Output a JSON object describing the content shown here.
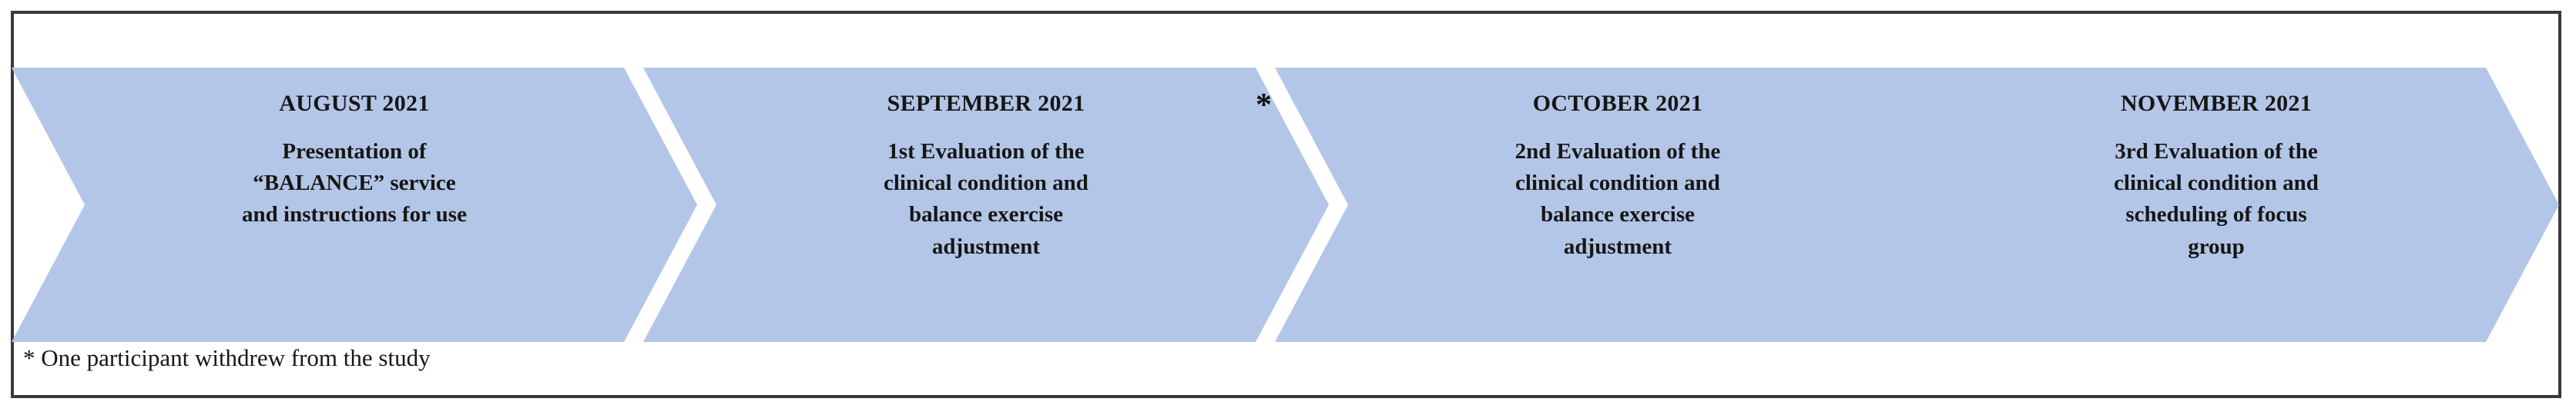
{
  "figure": {
    "type": "timeline-chevron-flow",
    "frame_border_color": "#3a3a3a",
    "chevron_fill_color": "#b3c6e7",
    "text_color": "#161616",
    "background_color": "#ffffff"
  },
  "steps": [
    {
      "heading": "AUGUST 2021",
      "body": "Presentation of\n“BALANCE” service\nand instructions for use",
      "marker": ""
    },
    {
      "heading": "SEPTEMBER 2021",
      "body": "1st Evaluation of the\nclinical condition and\nbalance exercise\nadjustment",
      "marker": ""
    },
    {
      "heading": "OCTOBER 2021",
      "body": "2nd  Evaluation of the\nclinical condition and\nbalance exercise\nadjustment",
      "marker": "*"
    },
    {
      "heading": "NOVEMBER 2021",
      "body": "3rd Evaluation of the\nclinical condition and\nscheduling of focus\ngroup",
      "marker": ""
    }
  ],
  "markers": {
    "between_step_2_and_3": "*"
  },
  "footnote": {
    "text": "* One participant withdrew from the study"
  }
}
